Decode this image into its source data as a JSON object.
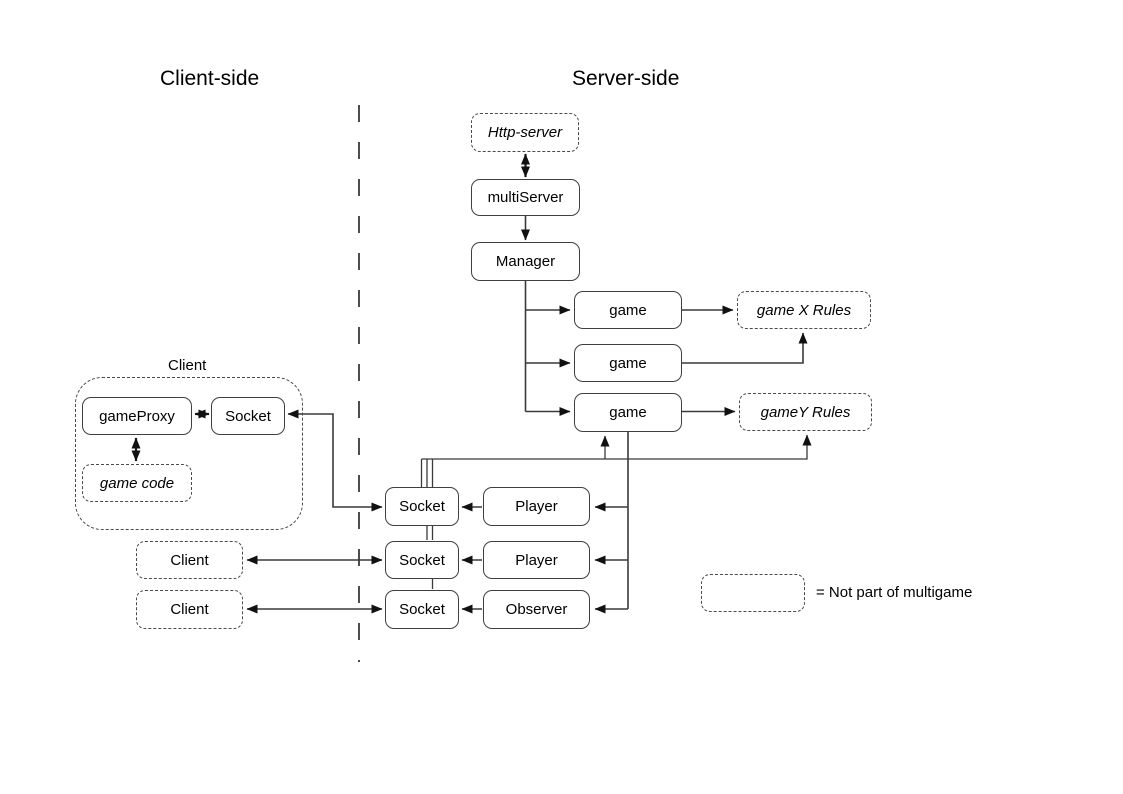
{
  "headings": {
    "client_side": "Client-side",
    "server_side": "Server-side"
  },
  "client": {
    "container_label": "Client",
    "game_proxy": "gameProxy",
    "socket": "Socket",
    "game_code": "game code",
    "client_row2": "Client",
    "client_row3": "Client"
  },
  "server": {
    "http_server": "Http-server",
    "multi_server": "multiServer",
    "manager": "Manager",
    "game1": "game",
    "game2": "game",
    "game3": "game",
    "game_x_rules": "game X Rules",
    "game_y_rules": "gameY Rules",
    "socket1": "Socket",
    "socket2": "Socket",
    "socket3": "Socket",
    "player1": "Player",
    "player2": "Player",
    "observer": "Observer"
  },
  "legend": {
    "text": "= Not part of multigame"
  },
  "colors": {
    "background": "#ffffff",
    "line": "#3a3a3a",
    "arrowhead": "#111111",
    "solid_border": "#3f3f3f",
    "dashed_border": "#4a4a4a",
    "text": "#000000"
  }
}
